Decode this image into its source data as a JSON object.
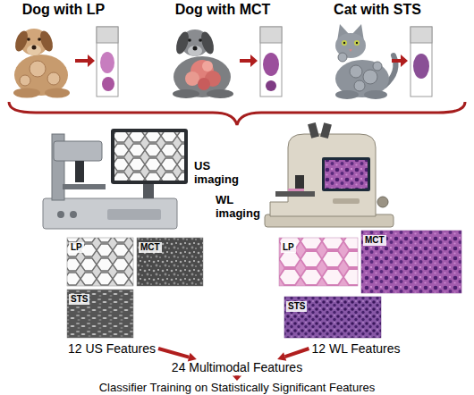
{
  "diagram": {
    "nodes": [
      {
        "text": [
          "Dog with LP"
        ]
      },
      {
        "text": [
          "Dog with MCT"
        ]
      },
      {
        "text": [
          "Cat with STS"
        ]
      },
      {
        "text": [
          "US imaging"
        ]
      },
      {
        "text": [
          "WL imaging"
        ]
      },
      {
        "text": [
          "LP"
        ]
      },
      {
        "text": [
          "MCT"
        ]
      },
      {
        "text": [
          "STS"
        ]
      },
      {
        "text": [
          "LP"
        ]
      },
      {
        "text": [
          "MCT"
        ]
      },
      {
        "text": [
          "STS"
        ]
      },
      {
        "text": [
          "12 US Features"
        ]
      },
      {
        "text": [
          "12 WL Features"
        ]
      },
      {
        "text": [
          "24 Multimodal Features"
        ]
      },
      {
        "text": [
          "Classifier Training on Statistically Significant Features"
        ]
      }
    ],
    "edges": [
      {
        "from": 11,
        "to": 13,
        "arrow": "to"
      },
      {
        "from": 12,
        "to": 13,
        "arrow": "to"
      },
      {
        "from": 13,
        "to": 14,
        "arrow": "to"
      }
    ]
  }
}
